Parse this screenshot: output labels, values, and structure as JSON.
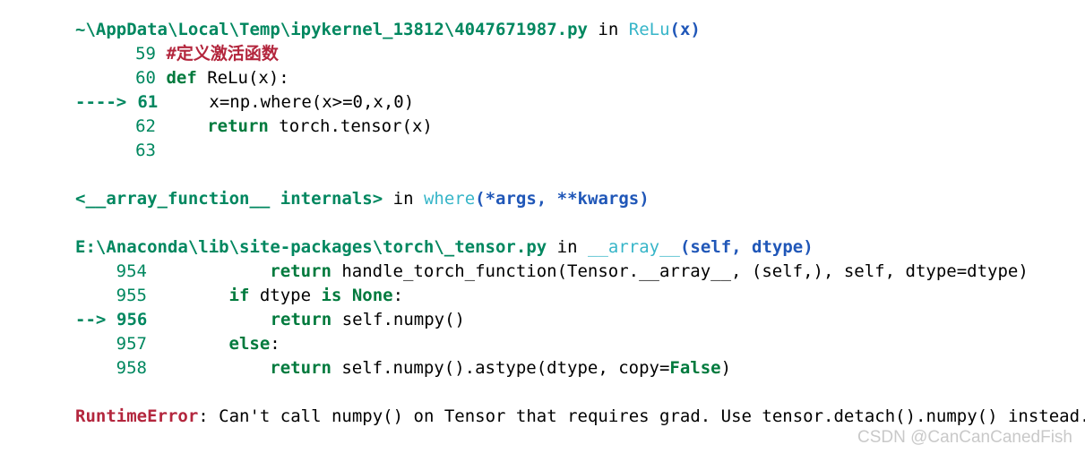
{
  "frame1": {
    "path": "~\\AppData\\Local\\Temp\\ipykernel_13812\\4047671987.py",
    "in": "in",
    "func": "ReLu",
    "args": "(x)",
    "lines": [
      {
        "num": "59",
        "code": "#定义激活函数"
      },
      {
        "num": "60",
        "code_kw": "def",
        "code_rest": " ReLu(x):"
      },
      {
        "arrow": "---->",
        "num": "61",
        "code_a": "x=np.where(x>=0,x,0)"
      },
      {
        "num": "62",
        "code_kw": "return",
        "code_rest": " torch.tensor(x)"
      },
      {
        "num": "63"
      }
    ]
  },
  "frame2": {
    "name": "<__array_function__ internals>",
    "in": "in",
    "func": "where",
    "args": "(*args, **kwargs)"
  },
  "frame3": {
    "path": "E:\\Anaconda\\lib\\site-packages\\torch\\_tensor.py",
    "in": "in",
    "func": "__array__",
    "args": "(self, dtype)",
    "lines": [
      {
        "num": "954",
        "indent": "            ",
        "kw": "return",
        "rest": " handle_torch_function(Tensor.__array__, (self,), self, dtype=dtype)"
      },
      {
        "num": "955",
        "indent": "        ",
        "kw": "if",
        "rest": " dtype ",
        "kw2": "is",
        "rest2": " ",
        "kw3": "None",
        "rest3": ":"
      },
      {
        "arrow": "-->",
        "num": "956",
        "indent": "            ",
        "kw": "return",
        "rest": " self.numpy()"
      },
      {
        "num": "957",
        "indent": "        ",
        "kw": "else",
        "rest": ":"
      },
      {
        "num": "958",
        "indent": "            ",
        "kw": "return",
        "rest": " self.numpy().astype(dtype, copy=",
        "kw3": "False",
        "rest3": ")"
      }
    ]
  },
  "error": {
    "type": "RuntimeError",
    "message": ": Can't call numpy() on Tensor that requires grad. Use tensor.detach().numpy() instead."
  },
  "watermark": "CSDN @CanCanCanedFish"
}
